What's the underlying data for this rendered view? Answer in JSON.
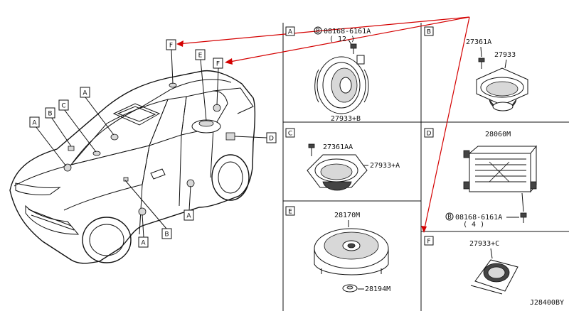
{
  "diagram_code": "J28400BY",
  "callouts": {
    "car_F1": "F",
    "car_F2": "F",
    "car_E": "E",
    "car_A1": "A",
    "car_B1": "B",
    "car_C": "C",
    "car_A2": "A",
    "car_D": "D",
    "car_A3": "A",
    "car_B2": "B",
    "car_A4": "A"
  },
  "sections": {
    "A": {
      "letter": "A",
      "bolt_code": "08168-6161A",
      "bolt_qty": "( 12 )",
      "speaker": "27933+B"
    },
    "B": {
      "letter": "B",
      "screw": "27361A",
      "speaker": "27933"
    },
    "C": {
      "letter": "C",
      "screw": "27361AA",
      "speaker": "27933+A"
    },
    "D": {
      "letter": "D",
      "unit": "28060M",
      "bolt_code": "08168-6161A",
      "bolt_qty": "( 4 )"
    },
    "E": {
      "letter": "E",
      "woofer": "28170M",
      "pad": "28194M"
    },
    "F": {
      "letter": "F",
      "speaker": "27933+C"
    }
  },
  "bolt_symbol": "B",
  "colors": {
    "arrow": "#d40000",
    "line": "#111111",
    "background": "#ffffff"
  }
}
